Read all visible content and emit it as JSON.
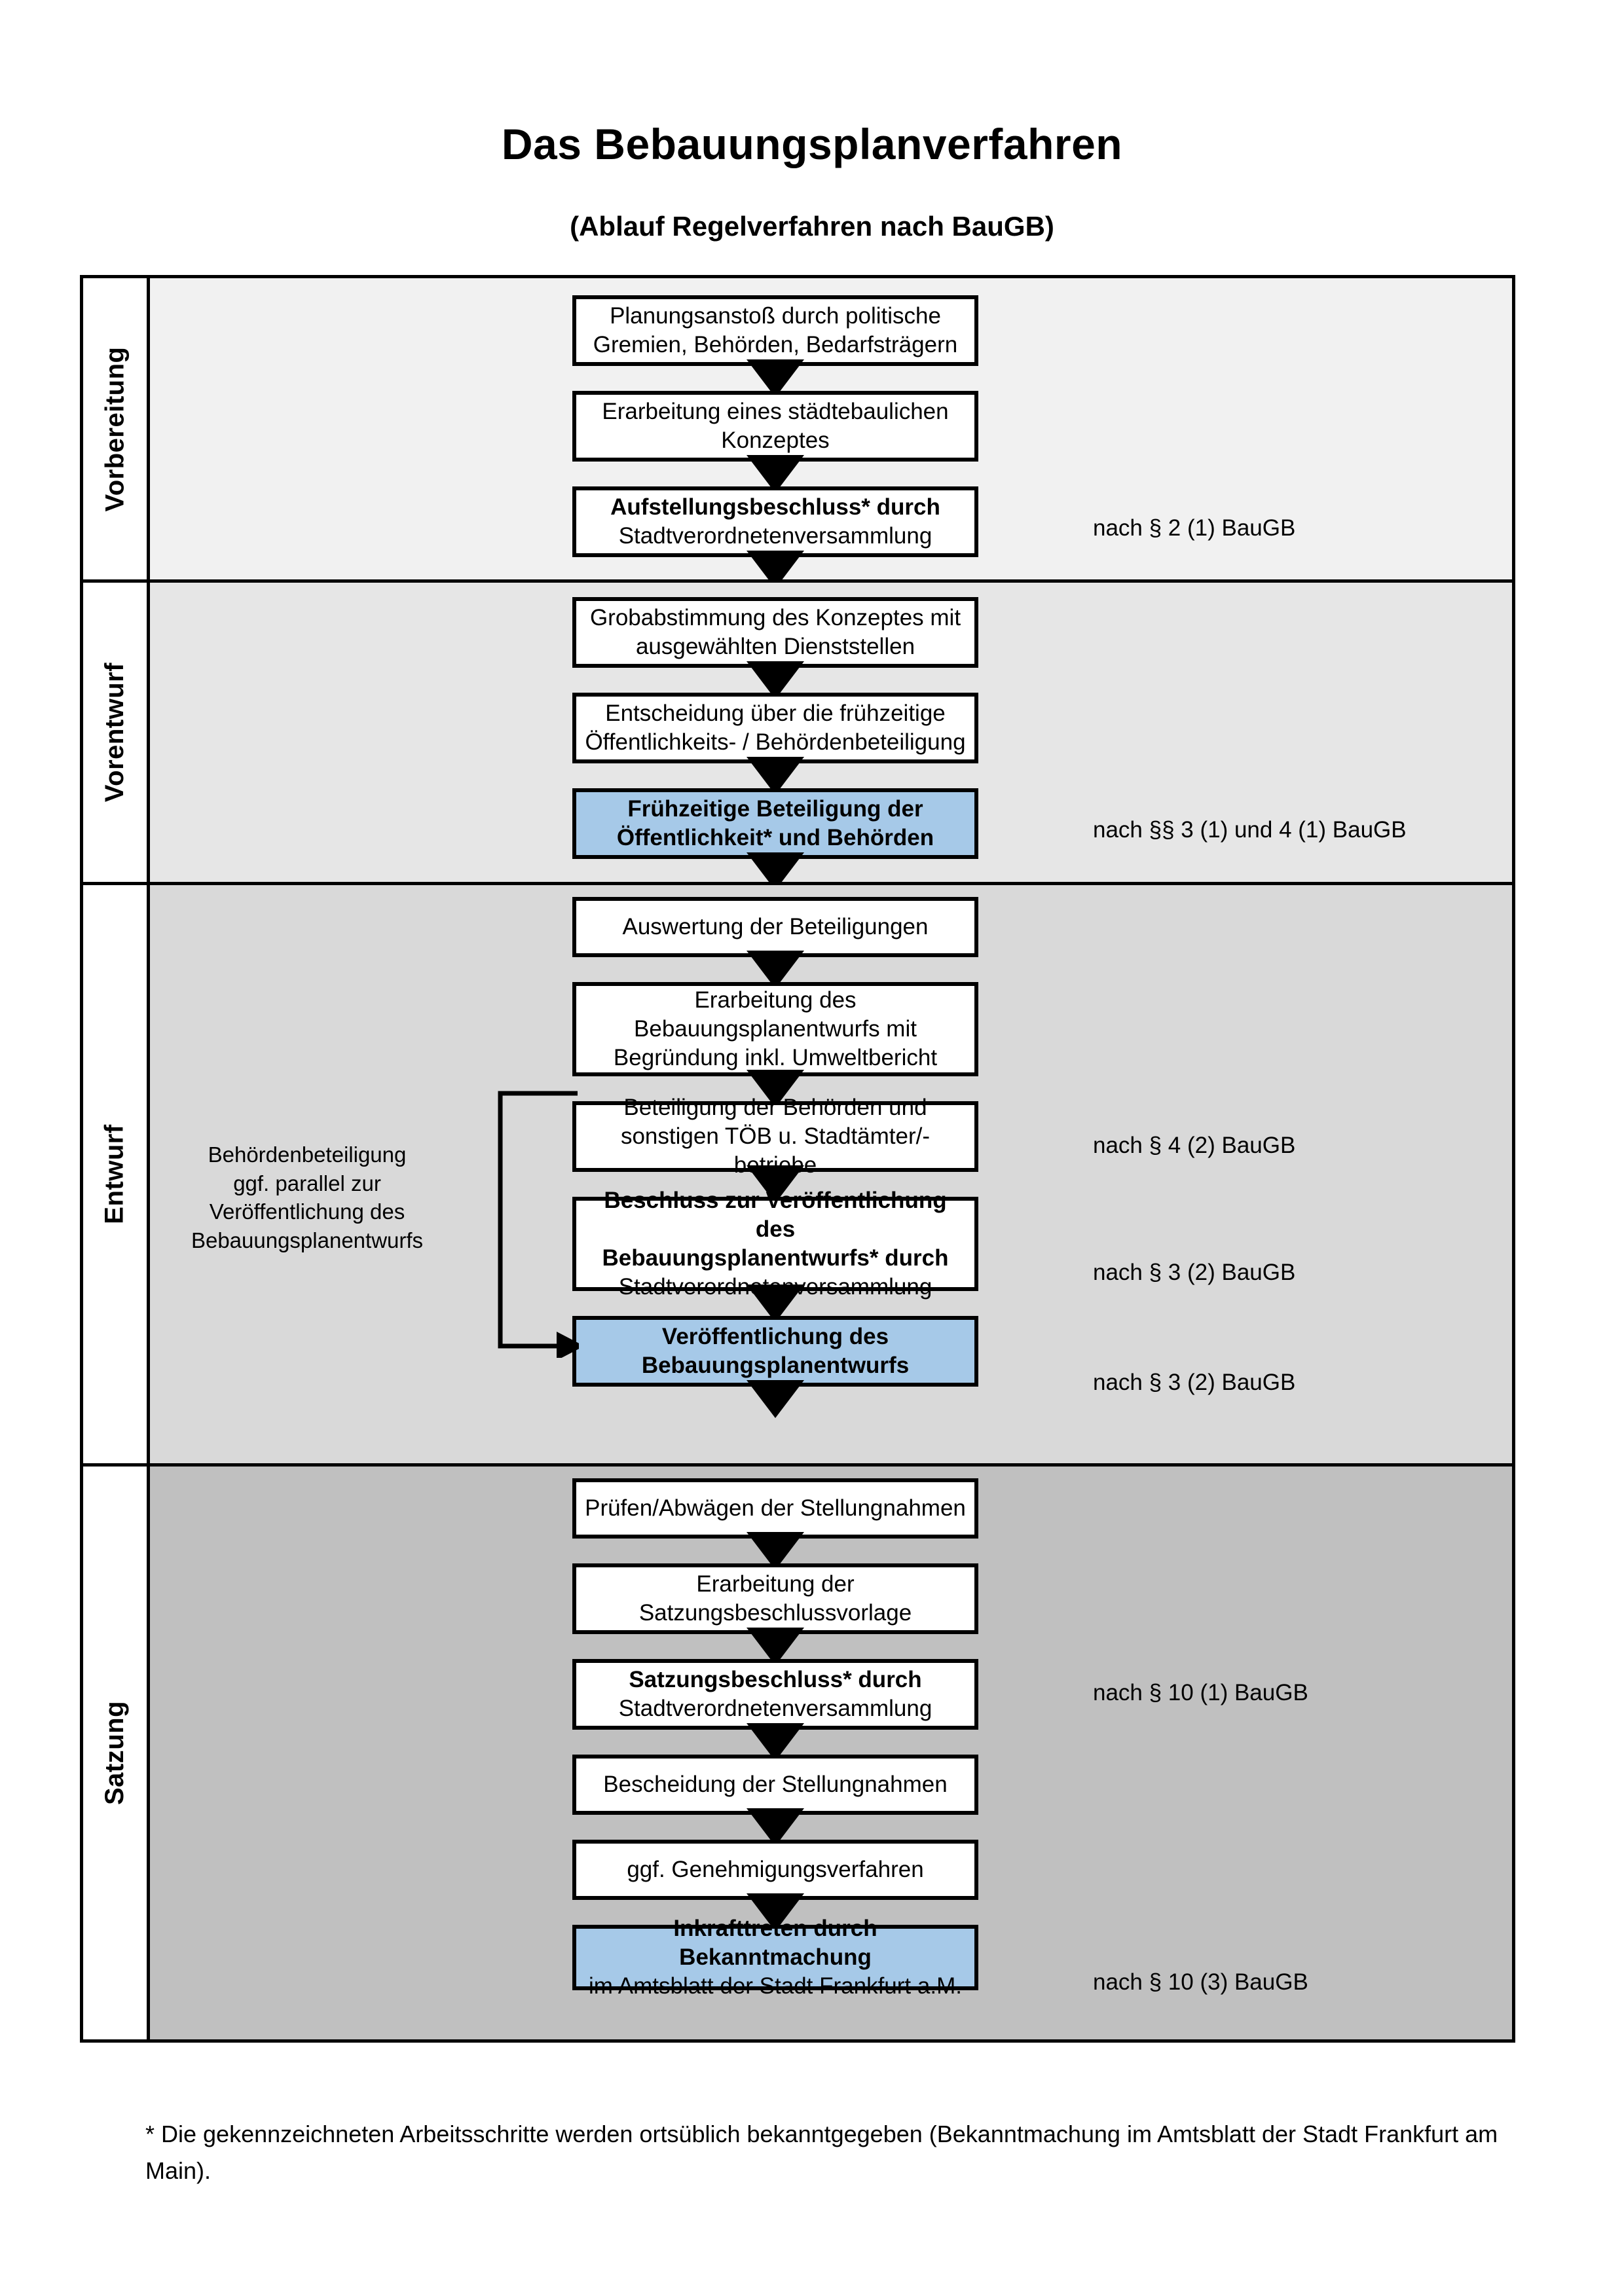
{
  "title": "Das Bebauungsplanverfahren",
  "subtitle": "(Ablauf Regelverfahren nach BauGB)",
  "colors": {
    "highlight": "#a6c9e8",
    "band_vorbereitung": "#f1f1f1",
    "band_vorentwurf": "#e6e6e6",
    "band_entwurf": "#d9d9d9",
    "band_satzung": "#c0c0c0",
    "border": "#000000"
  },
  "phases": [
    {
      "label": "Vorbereitung"
    },
    {
      "label": "Vorentwurf"
    },
    {
      "label": "Entwurf"
    },
    {
      "label": "Satzung"
    }
  ],
  "steps": [
    {
      "line1": "Planungsanstoß durch politische",
      "line2": "Gremien, Behörden, Bedarfsträgern",
      "line3": "",
      "highlight": false,
      "bold1": false
    },
    {
      "line1": "Erarbeitung eines städtebaulichen",
      "line2": "Konzeptes",
      "line3": "",
      "highlight": false,
      "bold1": false
    },
    {
      "line1": "Aufstellungsbeschluss* durch",
      "line2": "Stadtverordnetenversammlung",
      "line3": "",
      "highlight": false,
      "bold1": true
    },
    {
      "line1": "Grobabstimmung des Konzeptes mit",
      "line2": "ausgewählten Dienststellen",
      "line3": "",
      "highlight": false,
      "bold1": false
    },
    {
      "line1": "Entscheidung über die frühzeitige",
      "line2": "Öffentlichkeits- / Behördenbeteiligung",
      "line3": "",
      "highlight": false,
      "bold1": false
    },
    {
      "line1": "Frühzeitige Beteiligung der",
      "line2": "Öffentlichkeit* und Behörden",
      "line3": "",
      "highlight": true,
      "bold1": true
    },
    {
      "line1": "Auswertung der Beteiligungen",
      "line2": "",
      "line3": "",
      "highlight": false,
      "bold1": false
    },
    {
      "line1": "Erarbeitung des",
      "line2": "Bebauungsplanentwurfs mit",
      "line3": "Begründung inkl. Umweltbericht",
      "highlight": false,
      "bold1": false
    },
    {
      "line1": "Beteiligung der Behörden und",
      "line2": "sonstigen TÖB u. Stadtämter/-betriebe",
      "line3": "",
      "highlight": false,
      "bold1": false
    },
    {
      "line1": "Beschluss zur Veröffentlichung des",
      "line2": "Bebauungsplanentwurfs* durch",
      "line3": "Stadtverordnetenversammlung",
      "highlight": false,
      "bold1": true
    },
    {
      "line1": "Veröffentlichung des",
      "line2": "Bebauungsplanentwurfs",
      "line3": "",
      "highlight": true,
      "bold1": true
    },
    {
      "line1": "Prüfen/Abwägen der Stellungnahmen",
      "line2": "",
      "line3": "",
      "highlight": false,
      "bold1": false
    },
    {
      "line1": "Erarbeitung der",
      "line2": "Satzungsbeschlussvorlage",
      "line3": "",
      "highlight": false,
      "bold1": false
    },
    {
      "line1": "Satzungsbeschluss* durch",
      "line2": "Stadtverordnetenversammlung",
      "line3": "",
      "highlight": false,
      "bold1": true
    },
    {
      "line1": "Bescheidung der Stellungnahmen",
      "line2": "",
      "line3": "",
      "highlight": false,
      "bold1": false
    },
    {
      "line1": "ggf. Genehmigungsverfahren",
      "line2": "",
      "line3": "",
      "highlight": false,
      "bold1": false
    },
    {
      "line1": "Inkrafttreten durch Bekanntmachung",
      "line2": "im Amtsblatt der Stadt Frankfurt a.M.",
      "line3": "",
      "highlight": true,
      "bold1": true
    }
  ],
  "legal_refs": [
    "nach § 2 (1) BauGB",
    "nach §§ 3 (1) und 4 (1) BauGB",
    "nach § 4 (2) BauGB",
    "nach § 3 (2) BauGB",
    "nach § 3 (2) BauGB",
    "nach § 10 (1) BauGB",
    "nach § 10 (3) BauGB"
  ],
  "side_note": {
    "line1": "Behördenbeteiligung",
    "line2": "ggf. parallel zur",
    "line3": "Veröffentlichung des",
    "line4": "Bebauungsplanentwurfs"
  },
  "footnote": "* Die gekennzeichneten Arbeitsschritte werden ortsüblich bekanntgegeben (Bekanntmachung im Amtsblatt  der Stadt Frankfurt am Main)."
}
